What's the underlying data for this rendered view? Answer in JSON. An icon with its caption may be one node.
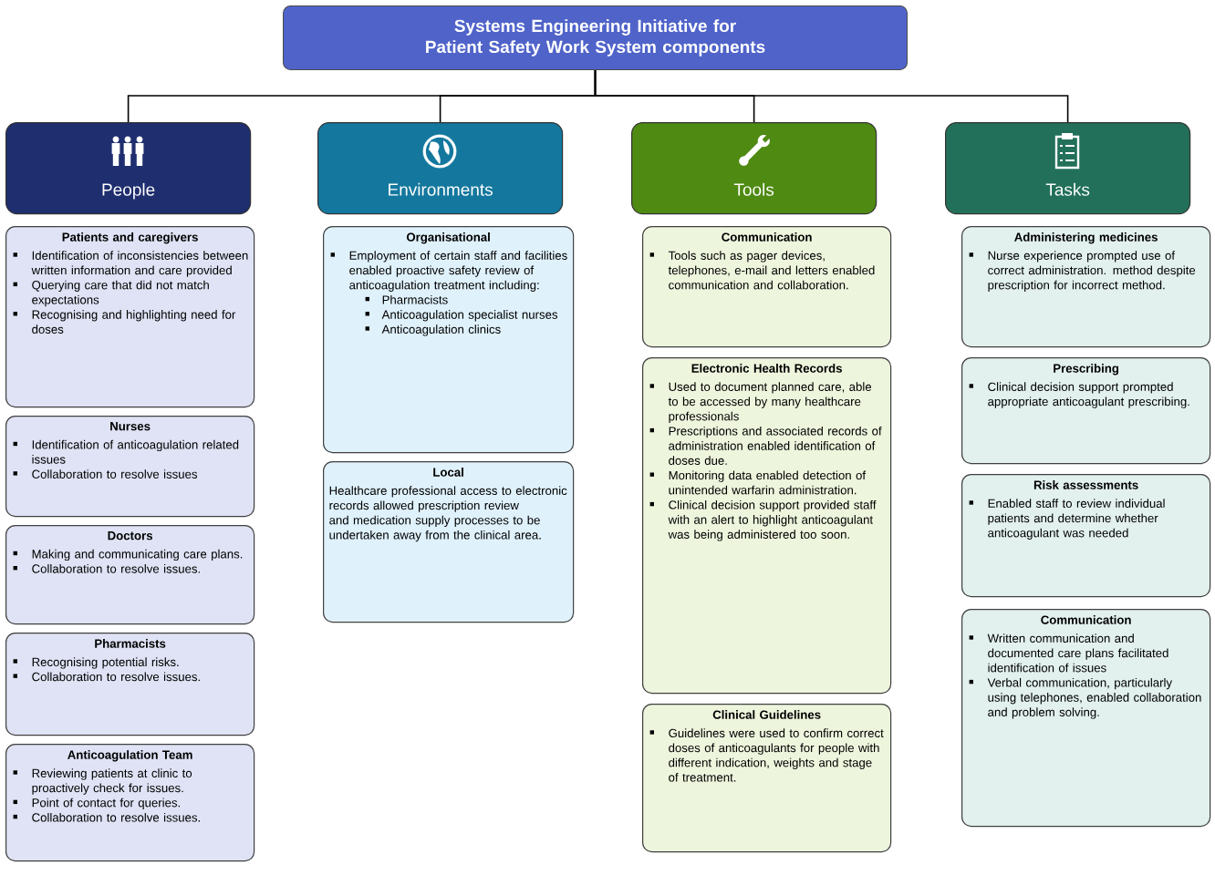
{
  "diagram": {
    "nodes": [
      {
        "text": [
          "Systems Engineering Initiative for Patient Safety Work System components"
        ]
      },
      {
        "text": [
          "People"
        ]
      },
      {
        "text": [
          "Environments"
        ]
      },
      {
        "text": [
          "Tools"
        ]
      },
      {
        "text": [
          "Tasks"
        ]
      },
      {
        "text": [
          "Patients and caregivers",
          "Identification of inconsistencies between written information and care provided",
          "Querying care that did not match expectations",
          "Recognising and highlighting need for doses"
        ]
      },
      {
        "text": [
          "Nurses",
          "Identification of anticoagulation related issues",
          "Collaboration to resolve issues"
        ]
      },
      {
        "text": [
          "Doctors",
          "Making and communicating care plans.",
          "Collaboration to resolve issues."
        ]
      },
      {
        "text": [
          "Pharmacists",
          "Recognising potential risks.",
          "Collaboration to resolve issues."
        ]
      },
      {
        "text": [
          "Anticoagulation Team",
          "Reviewing patients at clinic to proactively check for issues.",
          "Point of contact for queries.",
          "Collaboration to resolve issues."
        ]
      },
      {
        "text": [
          "Organisational",
          "Employment of certain staff and facilities enabled proactive safety review of anticoagulation treatment including:",
          "Pharmacists",
          "Anticoagulation specialist nurses",
          "Anticoagulation clinics"
        ]
      },
      {
        "text": [
          "Local",
          "Healthcare professional access to electronic records allowed prescription review and medication supply processes to be undertaken away from the clinical area."
        ]
      },
      {
        "text": [
          "Communication",
          "Tools such as pager devices, telephones, e-mail and letters enabled communication and collaboration."
        ]
      },
      {
        "text": [
          "Electronic Health Records",
          "Used to document planned care, able to be accessed by many healthcare professionals",
          "Prescriptions and associated records of administration enabled identification of doses due.",
          "Monitoring data enabled detection of unintended warfarin administration.",
          "Clinical decision support provided staff with an alert to highlight anticoagulant was being administered too soon."
        ]
      },
      {
        "text": [
          "Clinical Guidelines",
          "Guidelines were used to confirm correct doses of anticoagulants for people with different indication, weights and stage of treatment."
        ]
      },
      {
        "text": [
          "Administering medicines",
          "Nurse experience prompted use of correct administration. method despite prescription for incorrect method."
        ]
      },
      {
        "text": [
          "Prescribing",
          "Clinical decision support prompted appropriate anticoagulant prescribing."
        ]
      },
      {
        "text": [
          "Risk assessments",
          "Enabled staff to review individual patients and determine whether anticoagulant was needed"
        ]
      },
      {
        "text": [
          "Communication",
          "Written communication and documented care plans facilitated identification of issues",
          "Verbal communication, particularly using telephones, enabled collaboration and problem solving."
        ]
      }
    ],
    "edges": [
      {
        "from": 0,
        "to": 1,
        "arrow": "none"
      },
      {
        "from": 0,
        "to": 2,
        "arrow": "none"
      },
      {
        "from": 0,
        "to": 3,
        "arrow": "none"
      },
      {
        "from": 0,
        "to": 4,
        "arrow": "none"
      }
    ]
  }
}
